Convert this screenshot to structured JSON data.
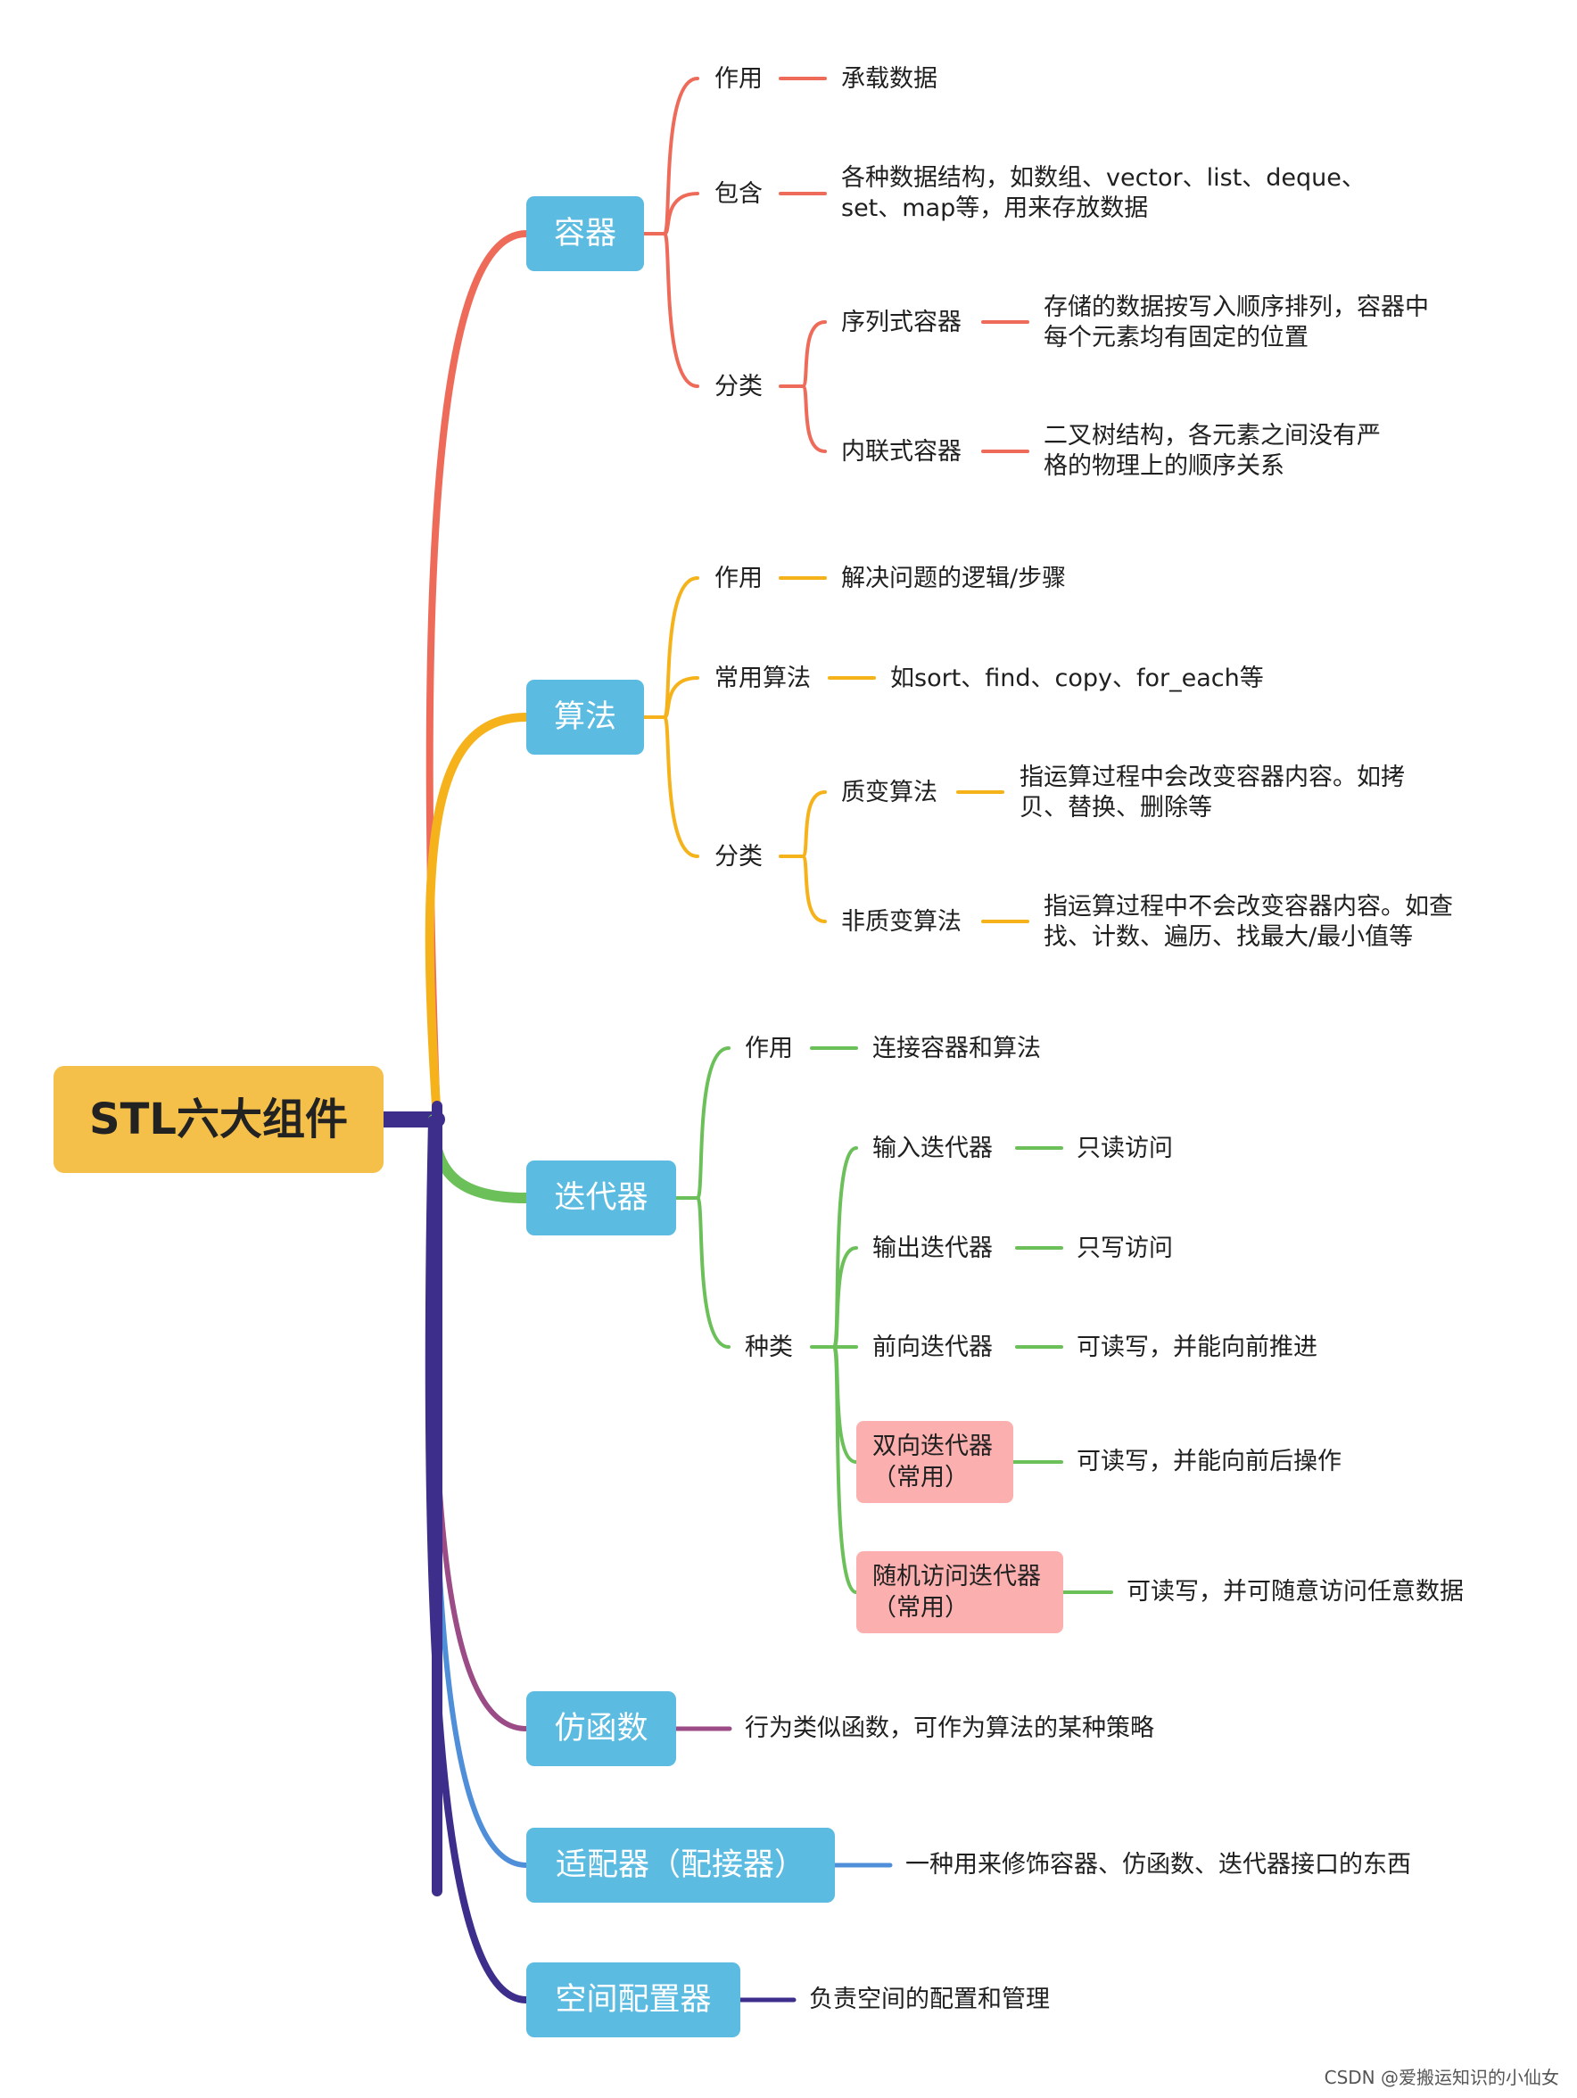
{
  "root": {
    "label": "STL六大组件"
  },
  "colors": {
    "containers": "#ee6b5a",
    "algorithms": "#f6b21a",
    "iterators": "#6cc05a",
    "functors": "#9b4b86",
    "adapters": "#4f8ed8",
    "allocator": "#3d2e8c",
    "branch_box": "#5bbbe0",
    "root_box": "#f5c04a",
    "highlight": "#fbb0af"
  },
  "branches": {
    "containers": {
      "label": "容器",
      "purpose": {
        "label": "作用",
        "value": "承载数据"
      },
      "includes": {
        "label": "包含",
        "lines": [
          "各种数据结构，如数组、vector、list、deque、",
          "set、map等，用来存放数据"
        ]
      },
      "category": {
        "label": "分类",
        "sequence": {
          "label": "序列式容器",
          "lines": [
            "存储的数据按写入顺序排列，容器中",
            "每个元素均有固定的位置"
          ]
        },
        "associative": {
          "label": "内联式容器",
          "lines": [
            "二叉树结构，各元素之间没有严",
            "格的物理上的顺序关系"
          ]
        }
      }
    },
    "algorithms": {
      "label": "算法",
      "purpose": {
        "label": "作用",
        "value": "解决问题的逻辑/步骤"
      },
      "common": {
        "label": "常用算法",
        "value": "如sort、find、copy、for_each等"
      },
      "category": {
        "label": "分类",
        "mutating": {
          "label": "质变算法",
          "lines": [
            "指运算过程中会改变容器内容。如拷",
            "贝、替换、删除等"
          ]
        },
        "nonmutating": {
          "label": "非质变算法",
          "lines": [
            "指运算过程中不会改变容器内容。如查",
            "找、计数、遍历、找最大/最小值等"
          ]
        }
      }
    },
    "iterators": {
      "label": "迭代器",
      "purpose": {
        "label": "作用",
        "value": "连接容器和算法"
      },
      "kinds": {
        "label": "种类",
        "input": {
          "label": "输入迭代器",
          "value": "只读访问"
        },
        "output": {
          "label": "输出迭代器",
          "value": "只写访问"
        },
        "forward": {
          "label": "前向迭代器",
          "value": "可读写，并能向前推进"
        },
        "bidirectional": {
          "lines": [
            "双向迭代器",
            "（常用）"
          ],
          "value": "可读写，并能向前后操作"
        },
        "random": {
          "lines": [
            "随机访问迭代器",
            "（常用）"
          ],
          "value": "可读写，并可随意访问任意数据"
        }
      }
    },
    "functors": {
      "label": "仿函数",
      "value": "行为类似函数，可作为算法的某种策略"
    },
    "adapters": {
      "label": "适配器（配接器）",
      "value": "一种用来修饰容器、仿函数、迭代器接口的东西"
    },
    "allocator": {
      "label": "空间配置器",
      "value": "负责空间的配置和管理"
    }
  },
  "watermark": "CSDN @爱搬运知识的小仙女"
}
